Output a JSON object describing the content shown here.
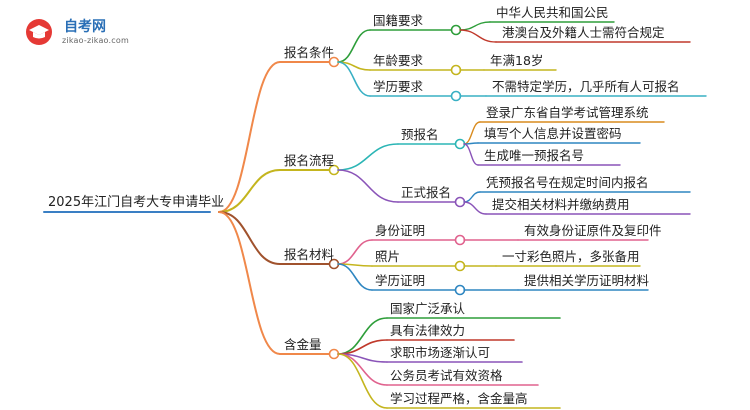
{
  "logo": {
    "title": "自考网",
    "url": "zikao-zikao.com"
  },
  "root": "2025年江门自考大专申请毕业",
  "branches": [
    {
      "label": "报名条件",
      "color": "#f0884a",
      "children": [
        {
          "label": "国籍要求",
          "color": "#2e9e3a",
          "leaves": [
            "中华人民共和国公民",
            "港澳台及外籍人士需符合规定"
          ]
        },
        {
          "label": "年龄要求",
          "color": "#c4b51e",
          "leaves": [
            "年满18岁"
          ]
        },
        {
          "label": "学历要求",
          "color": "#39b0c4",
          "leaves": [
            "不需特定学历，几乎所有人可报名"
          ]
        }
      ]
    },
    {
      "label": "报名流程",
      "color": "#c4b51e",
      "children": [
        {
          "label": "预报名",
          "color": "#2bb5b5",
          "leaves": [
            "登录广东省自学考试管理系统",
            "填写个人信息并设置密码",
            "生成唯一预报名号"
          ]
        },
        {
          "label": "正式报名",
          "color": "#8a54b8",
          "leaves": [
            "凭预报名号在规定时间内报名",
            "提交相关材料并缴纳费用"
          ]
        }
      ]
    },
    {
      "label": "报名材料",
      "color": "#a0522d",
      "children": [
        {
          "label": "身份证明",
          "color": "#e0628e",
          "leaves": [
            "有效身份证原件及复印件"
          ]
        },
        {
          "label": "照片",
          "color": "#c4b51e",
          "leaves": [
            "一寸彩色照片，多张备用"
          ]
        },
        {
          "label": "学历证明",
          "color": "#2e86c1",
          "leaves": [
            "提供相关学历证明材料"
          ]
        }
      ]
    },
    {
      "label": "含金量",
      "color": "#f0884a",
      "children": [
        {
          "label": "国家广泛承认",
          "color": "#2e9e3a",
          "leaves": []
        },
        {
          "label": "具有法律效力",
          "color": "#c0392b",
          "leaves": []
        },
        {
          "label": "求职市场逐渐认可",
          "color": "#8a54b8",
          "leaves": []
        },
        {
          "label": "公务员考试有效资格",
          "color": "#e0628e",
          "leaves": []
        },
        {
          "label": "学习过程严格，含金量高",
          "color": "#c4b51e",
          "leaves": []
        }
      ]
    }
  ],
  "colors": {
    "root_line": "#3a7fc4",
    "leaf_palette": [
      "#2e9e3a",
      "#c0392b",
      "#e0628e",
      "#d98b1e",
      "#2e86c1",
      "#8a54b8",
      "#2bb5b5"
    ]
  }
}
